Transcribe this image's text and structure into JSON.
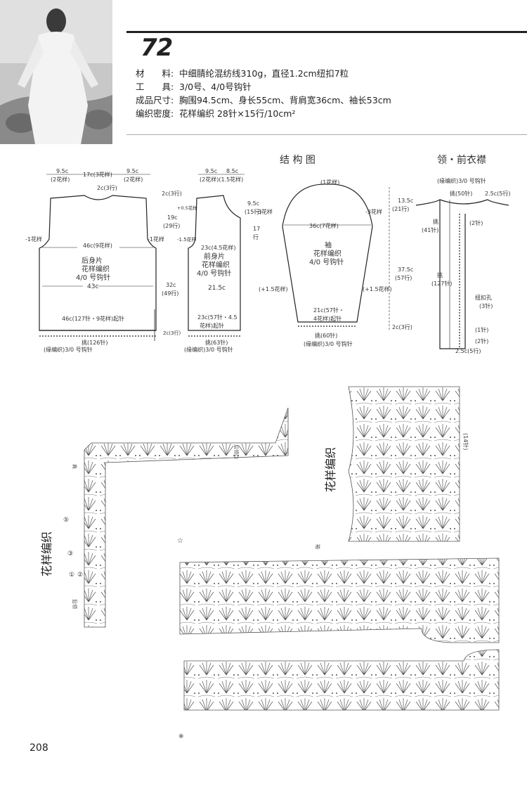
{
  "header": {
    "pattern_number": "72",
    "materials": [
      {
        "key": "材　　料:",
        "value": "中细腈纶混纺线310g，直径1.2cm纽扣7粒"
      },
      {
        "key": "工　　具:",
        "value": "3/0号、4/0号钩针"
      },
      {
        "key": "成品尺寸:",
        "value": "胸围94.5cm、身长55cm、背肩宽36cm、袖长53cm"
      },
      {
        "key": "编织密度:",
        "value": "花样编织 28针×15行/10cm²"
      }
    ]
  },
  "structure": {
    "title": "结 构 图",
    "collar_title": "领・前衣襟",
    "back": {
      "top_labels": [
        "9.5c",
        "17c(3花样)",
        "9.5c"
      ],
      "top_sub": [
        "(2花样)",
        "(2花样)"
      ],
      "neck": "2c(3行)",
      "name": "后身片",
      "stitch": "花样编织",
      "hook": "4/0 号钩针",
      "w46": "46c(9花样)",
      "w43": "43c",
      "side_left": "-1花样",
      "bottom": "46c(127针・9花样)起针",
      "pick": "挑(126针)",
      "border": "(缘编织)3/0 号钩针",
      "dec": "-1花样"
    },
    "mid_labels": {
      "l1": "2c(3行)",
      "l2": "+0.5花样",
      "l3": "19c",
      "l4": "(29行)",
      "l5": "32c",
      "l6": "(49行)",
      "l7": "2c(3行)"
    },
    "front": {
      "top_labels": [
        "9.5c",
        "8.5c"
      ],
      "top_sub": "(2花样)(1.5花样)",
      "name": "前身片",
      "stitch": "花样编织",
      "hook": "4/0 号钩针",
      "w23": "23c(4.5花样)",
      "w215": "21.5c",
      "dec": "-1.5花样",
      "bottom1": "23c(57针・4.5",
      "bottom2": "花样)起针",
      "pick": "挑(63针)",
      "border": "(缘编织)3/0 号钩针",
      "right1": "9.5c",
      "right2": "(15行)",
      "right3": "17",
      "right4": "行"
    },
    "sleeve": {
      "top": "(1花样)",
      "left_dec": "-3花样",
      "right_dec": "-3花样",
      "w36": "36c(7花样)",
      "name": "袖",
      "stitch": "花样编织",
      "hook": "4/0 号钩针",
      "left_inc": "(+1.5花样)",
      "right_inc": "(+1.5花样)",
      "w21a": "21c(57针・",
      "w21b": "4花样)起针",
      "pick": "挑(60针)",
      "border": "(缘编织)3/0 号钩针",
      "h1": "13.5c",
      "h1b": "(21行)",
      "h2": "37.5c",
      "h2b": "(57行)",
      "h3": "2c(3行)"
    },
    "collar": {
      "hook": "(缘编织)3/0 号钩针",
      "pick50": "挑(50针)",
      "c25": "2.5c(5行)",
      "pick41a": "挑",
      "pick41b": "(41针)",
      "r2a": "(2针)",
      "pick127a": "挑",
      "pick127b": "(127针)",
      "btn1": "纽扣孔",
      "btn2": "(3针)",
      "r1": "(1针)",
      "r2b": "(2针)",
      "bottom": "2.5c(5行)"
    }
  },
  "charts": {
    "title_left": "花样编织",
    "title_right": "花样编织",
    "left_labels": {
      "collar_end": "后领口",
      "shoulder": "肩",
      "hem": "后领",
      "n5": "⑤",
      "n3": "③",
      "n1": "①",
      "n2": "②"
    },
    "right_label": "(14针)",
    "bottom_marks": {
      "star": "☆",
      "sleeve": "袖",
      "end": "※"
    }
  },
  "footer": {
    "page_number": "208"
  }
}
